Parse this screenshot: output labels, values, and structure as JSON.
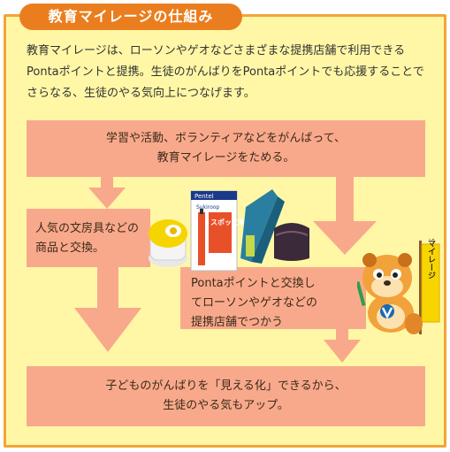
{
  "title": "教育マイレージの仕組み",
  "intro": "教育マイレージは、ローソンやゲオなどさまざまな提携店舗で利用できるPontaポイントと提携。生徒のがんばりをPontaポイントでも応援することでさらなる、生徒のやる気向上につなげます。",
  "boxes": {
    "top_line1": "学習や活動、ボランティアなどをがんばって、",
    "top_line2": "教育マイレージをためる。",
    "left_line1": "人気の文房具などの",
    "left_line2": "商品と交換。",
    "mid_line1": "Pontaポイントと交換し",
    "mid_line2": "てローソンやゲオなどの",
    "mid_line3": "提携店舗でつかう",
    "bottom_line1": "子どものがんばりを「見える化」できるから、",
    "bottom_line2": "生徒のやる気もアップ。"
  },
  "products": {
    "pen_brand": "Pentel",
    "pen_sub": "Sukiroop",
    "pen_label": "スポッと暗記"
  },
  "mascot_flag": "教育マイレージ",
  "colors": {
    "panel_bg": "#fff7a6",
    "panel_border": "#f3a437",
    "title_bg": "#ea7e1e",
    "box_bg": "#f9a98b",
    "arrow": "#f9a98b"
  }
}
